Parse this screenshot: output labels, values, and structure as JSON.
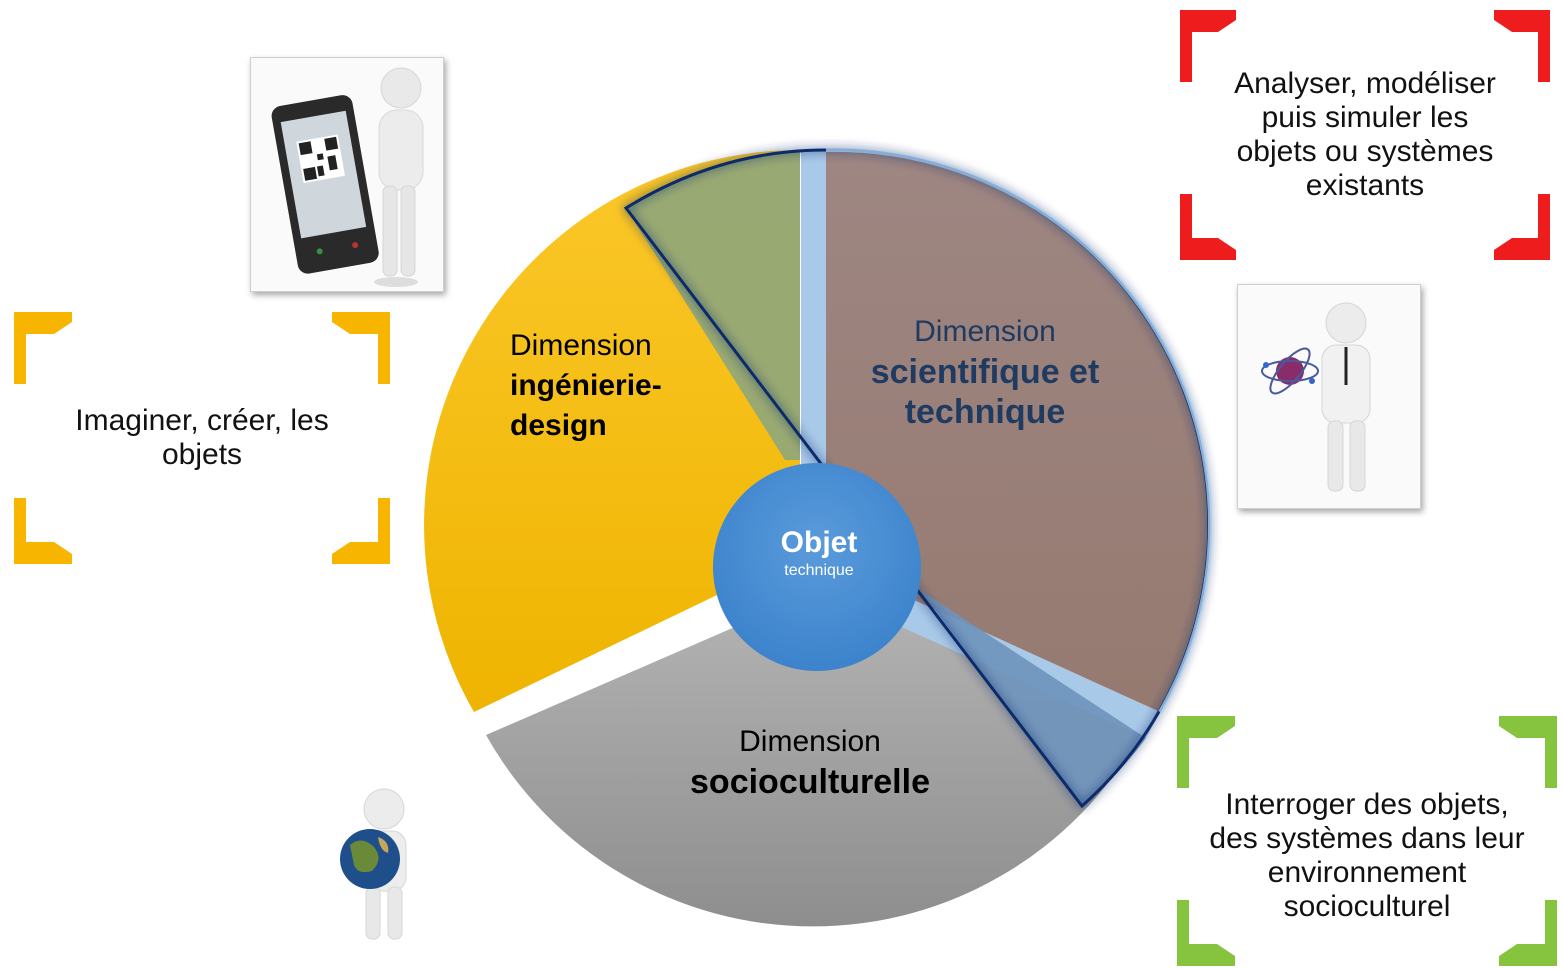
{
  "center": {
    "title": "Objet",
    "subtitle": "technique"
  },
  "dimensions": {
    "ingenierie": {
      "line1": "Dimension",
      "line2a": "ingénierie-",
      "line2b": "design",
      "color": "#F5B800"
    },
    "scientifique": {
      "line1": "Dimension",
      "line2a": "scientifique et",
      "line2b": "technique",
      "color": "#9B7B70"
    },
    "socioculturelle": {
      "line1": "Dimension",
      "line2": "socioculturelle",
      "color": "#9E9E9E"
    }
  },
  "boxes": {
    "imaginer": {
      "text": "Imaginer, créer, les objets",
      "bracket_color": "#F7B500"
    },
    "analyser": {
      "text": "Analyser, modéliser puis simuler les objets ou systèmes existants",
      "bracket_color": "#EE1C1C"
    },
    "interroger": {
      "text": "Interroger des objets, des systèmes dans leur environnement socioculturel",
      "bracket_color": "#86C440"
    }
  },
  "images": {
    "phone": {
      "icon": "person-with-smartphone-qr-icon"
    },
    "scientist": {
      "icon": "scientist-with-atom-icon"
    },
    "globe": {
      "icon": "person-holding-globe-icon"
    }
  }
}
